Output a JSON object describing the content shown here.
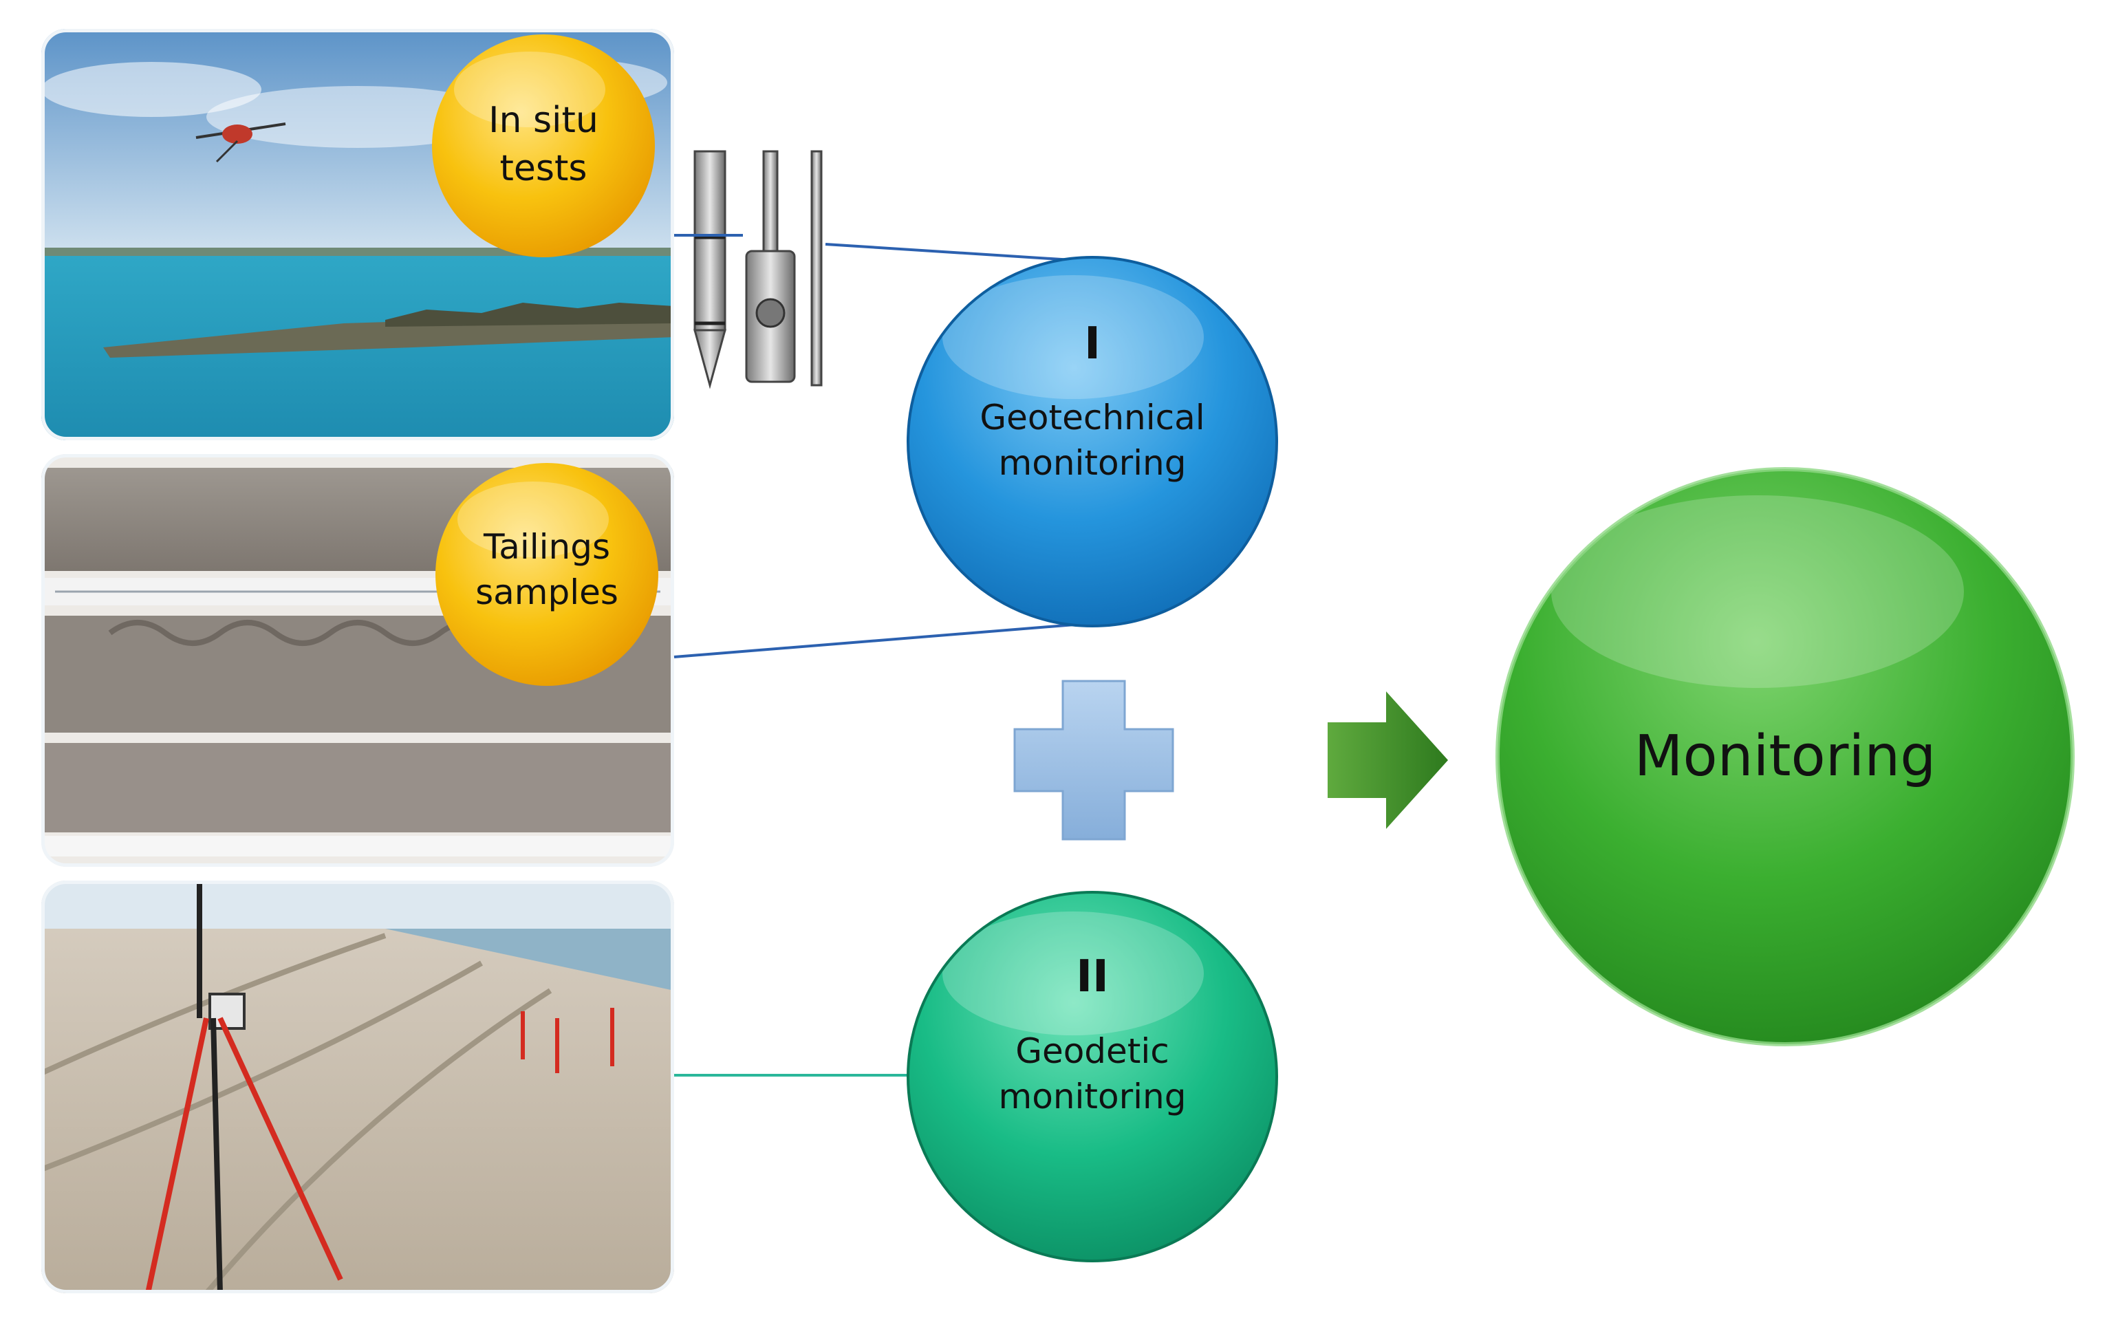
{
  "diagram": {
    "photos": [
      {
        "id": "lake",
        "description_icon": "tailings-pond-photo"
      },
      {
        "id": "core",
        "description_icon": "tailings-core-photo"
      },
      {
        "id": "survey",
        "description_icon": "survey-tripod-photo"
      }
    ],
    "badges": {
      "in_situ": "In situ\ntests",
      "tailings": "Tailings\nsamples"
    },
    "geotechnical": {
      "numeral": "I",
      "text": "Geotechnical\nmonitoring"
    },
    "geodetic": {
      "numeral": "II",
      "text": "Geodetic\nmonitoring"
    },
    "result": {
      "text": "Monitoring"
    },
    "colors": {
      "badge": "#F7B500",
      "geotechnical": "#1B8BD6",
      "geodetic": "#13B57E",
      "result": "#35A92C",
      "plus": "#9FC3E8",
      "arrow": "#3F8F2A"
    },
    "icons": {
      "penetrometer": "cone-penetrometer-icon",
      "plus": "plus-icon",
      "arrow": "arrow-right-icon"
    }
  }
}
